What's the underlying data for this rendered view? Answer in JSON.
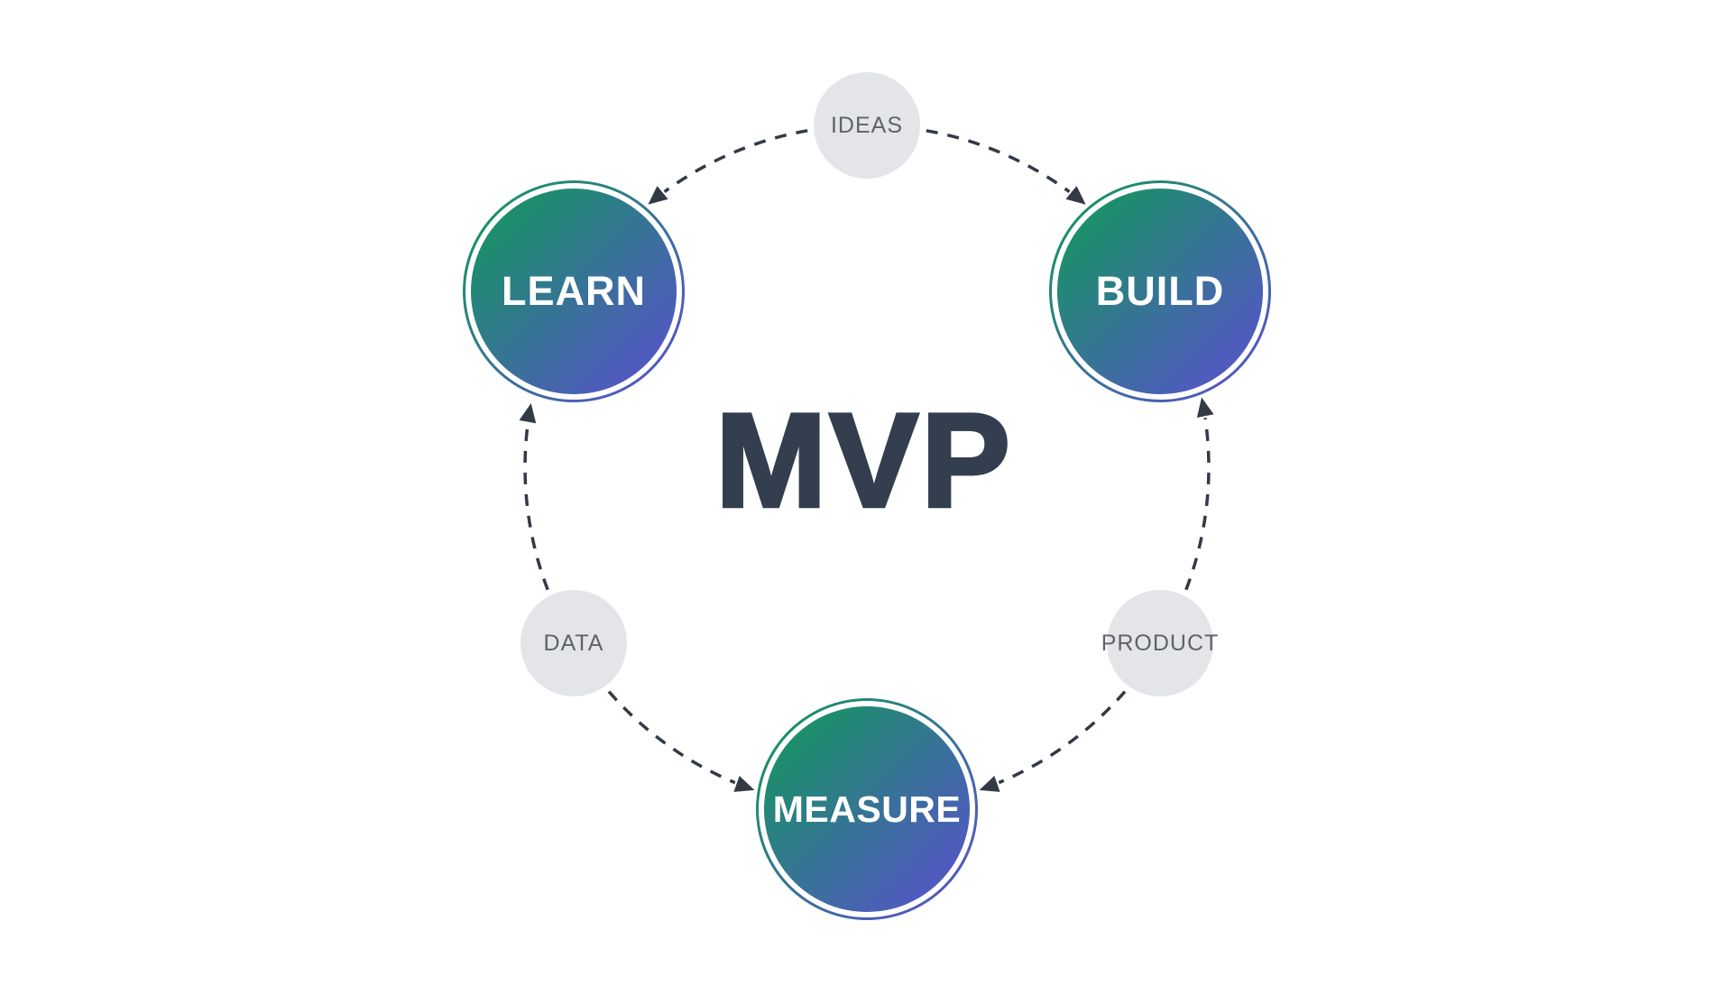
{
  "diagram": {
    "title": "MVP",
    "nodes": {
      "learn": "LEARN",
      "build": "BUILD",
      "measure": "MEASURE",
      "ideas": "IDEAS",
      "data": "DATA",
      "product": "PRODUCT"
    },
    "colors": {
      "gradient_start": "#109a58",
      "gradient_end": "#5c4ed2",
      "connector_fill": "#e4e5e9",
      "connector_text": "#5e6369",
      "title": "#333e4e",
      "arrow": "#333a46",
      "main_label": "#ffffff",
      "background": "#ffffff"
    }
  }
}
